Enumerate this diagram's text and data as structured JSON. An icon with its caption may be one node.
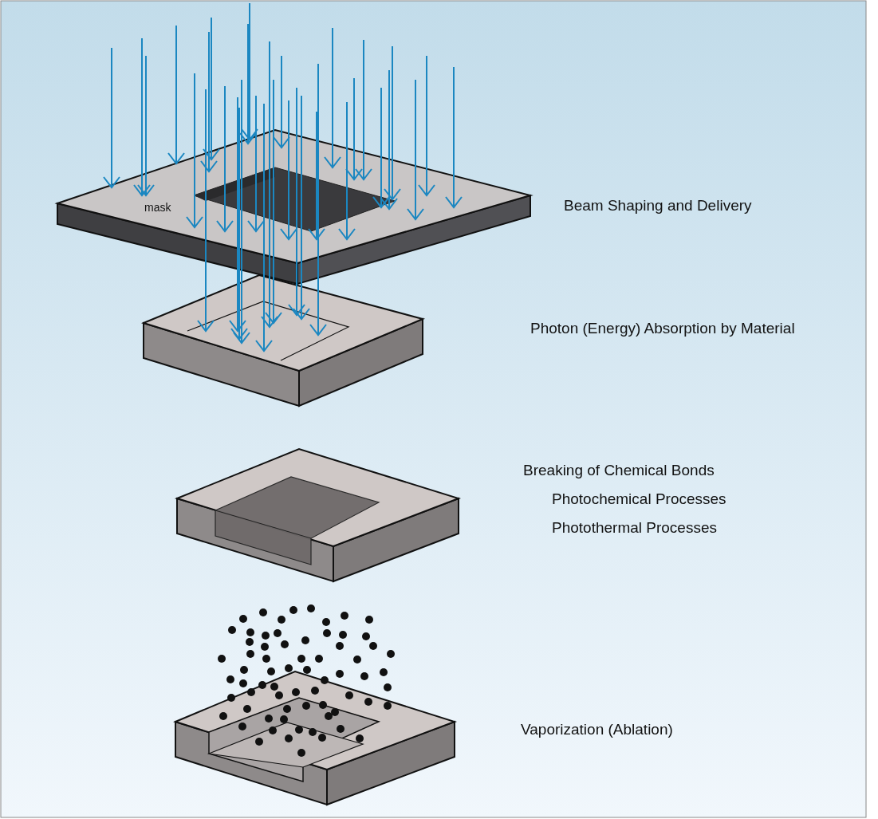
{
  "diagram": {
    "labels": [
      "mask",
      "Beam Shaping and Delivery",
      "Photon (Energy) Absorption by Material",
      "Breaking of Chemical Bonds",
      "Photochemical Processes",
      "Photothermal Processes",
      "Vaporization (Ablation)"
    ]
  }
}
